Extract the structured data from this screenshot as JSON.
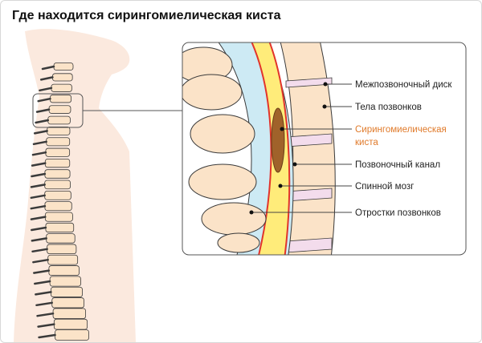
{
  "title": "Где находится сирингомиелическая киста",
  "labels": {
    "disc": "Межпозвоночный диск",
    "bodies": "Тела позвонков",
    "cyst_line1": "Сирингомиелическая",
    "cyst_line2": "киста",
    "canal": "Позвоночный канал",
    "cord": "Спинной мозг",
    "processes": "Отростки позвонков"
  },
  "colors": {
    "accent": "#e07a2a",
    "bone": "#fbe3c8",
    "bone_outline": "#3a3a3a",
    "body_silhouette": "#fbe9de",
    "disc": "#f3dcec",
    "canal": "#cdeaf4",
    "cord": "#ffec7a",
    "membrane": "#e2342b",
    "cyst": "#a0622a"
  }
}
